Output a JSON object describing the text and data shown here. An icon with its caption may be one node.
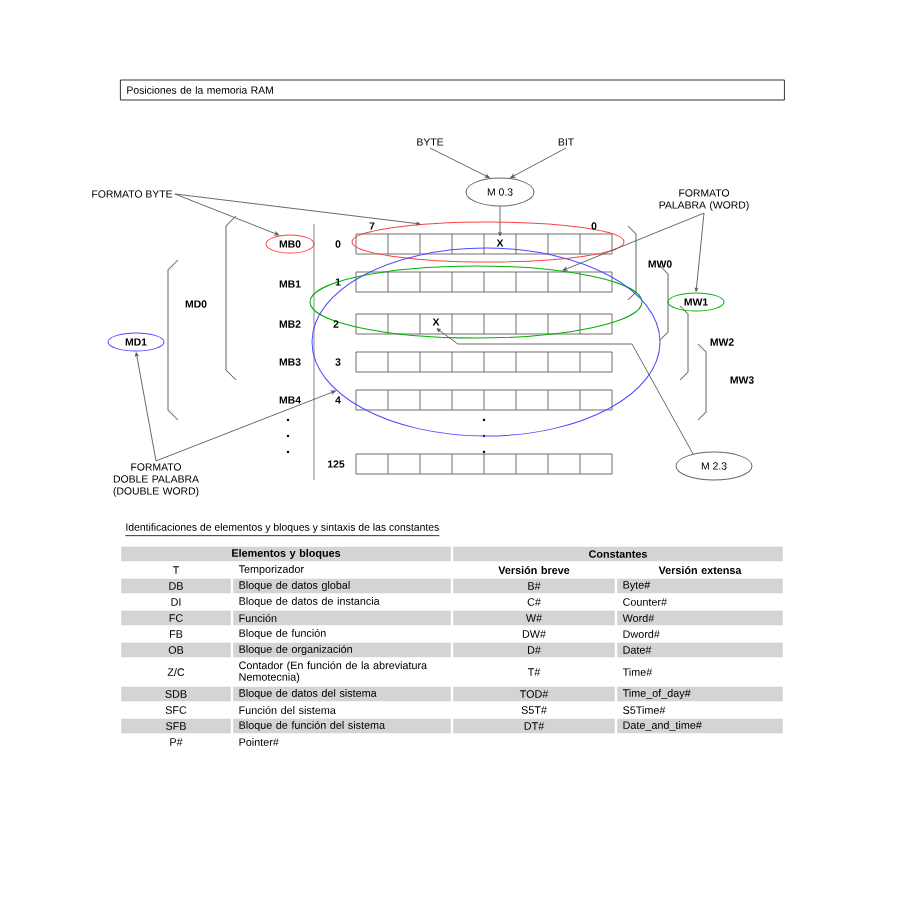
{
  "diagram": {
    "title": "Posiciones de la memoria RAM",
    "nodes": [
      {
        "text": [
          "BYTE"
        ]
      },
      {
        "text": [
          "BIT"
        ]
      },
      {
        "text": [
          "M 0.3"
        ]
      },
      {
        "text": [
          "FORMATO BYTE"
        ]
      },
      {
        "text": [
          "FORMATO PALABRA (WORD)"
        ]
      },
      {
        "text": [
          "MB0"
        ]
      },
      {
        "text": [],
        "shape": "ellipse"
      },
      {
        "text": [
          "X"
        ],
        "in": 6
      },
      {
        "text": [
          "MW1"
        ]
      },
      {
        "text": [],
        "shape": "ellipse",
        "in": 11
      },
      {
        "text": [
          "MD1"
        ]
      },
      {
        "text": [],
        "shape": "ellipse"
      },
      {
        "text": [
          "X"
        ],
        "in": 9
      },
      {
        "text": [
          "FORMATO DOBLE PALABRA (DOUBLE WORD)"
        ]
      },
      {
        "text": [
          "M 2.3"
        ]
      }
    ],
    "edges": [
      {
        "from": 0,
        "to": 2,
        "arrow": "to"
      },
      {
        "from": 1,
        "to": 2,
        "arrow": "to"
      },
      {
        "from": 2,
        "to": 7,
        "arrow": "to"
      },
      {
        "from": 3,
        "to": 5,
        "arrow": "to"
      },
      {
        "from": 3,
        "to": 6,
        "arrow": "to"
      },
      {
        "from": 4,
        "to": 9,
        "arrow": "to"
      },
      {
        "from": 4,
        "to": 8,
        "arrow": "to"
      },
      {
        "from": 13,
        "to": 10,
        "arrow": "to"
      },
      {
        "from": 13,
        "to": 11,
        "arrow": "to"
      },
      {
        "from": 14,
        "to": 12,
        "arrow": "to"
      }
    ],
    "labels": [
      "7",
      "0",
      "MB1",
      "MB2",
      "MB3",
      "MB4",
      "MD0",
      "MW0",
      "MW2",
      "MW3",
      "0",
      "1",
      "2",
      "3",
      "4",
      "125",
      "Identificaciones de elementos y bloques y sintaxis de las constantes",
      "Elementos y bloques",
      "Constantes",
      "T",
      "Temporizador",
      "Versión breve",
      "Versión extensa",
      "DB",
      "Bloque de datos global",
      "B#",
      "Byte#",
      "DI",
      "Bloque de datos de instancia",
      "C#",
      "Counter#",
      "FC",
      "Función",
      "W#",
      "Word#",
      "FB",
      "Bloque de función",
      "DW#",
      "Dword#",
      "OB",
      "Bloque de organización",
      "D#",
      "Date#",
      "Z/C",
      "Contador (En función de la abreviatura Nemotecnia)",
      "T#",
      "Time#",
      "SDB",
      "Bloque de datos del sistema",
      "TOD#",
      "Time_of_day#",
      "SFC",
      "Función del sistema",
      "S5T#",
      "S5Time#",
      "SFB",
      "Bloque de función del sistema",
      "DT#",
      "Date_and_time#",
      "P#",
      "Pointer#"
    ]
  }
}
